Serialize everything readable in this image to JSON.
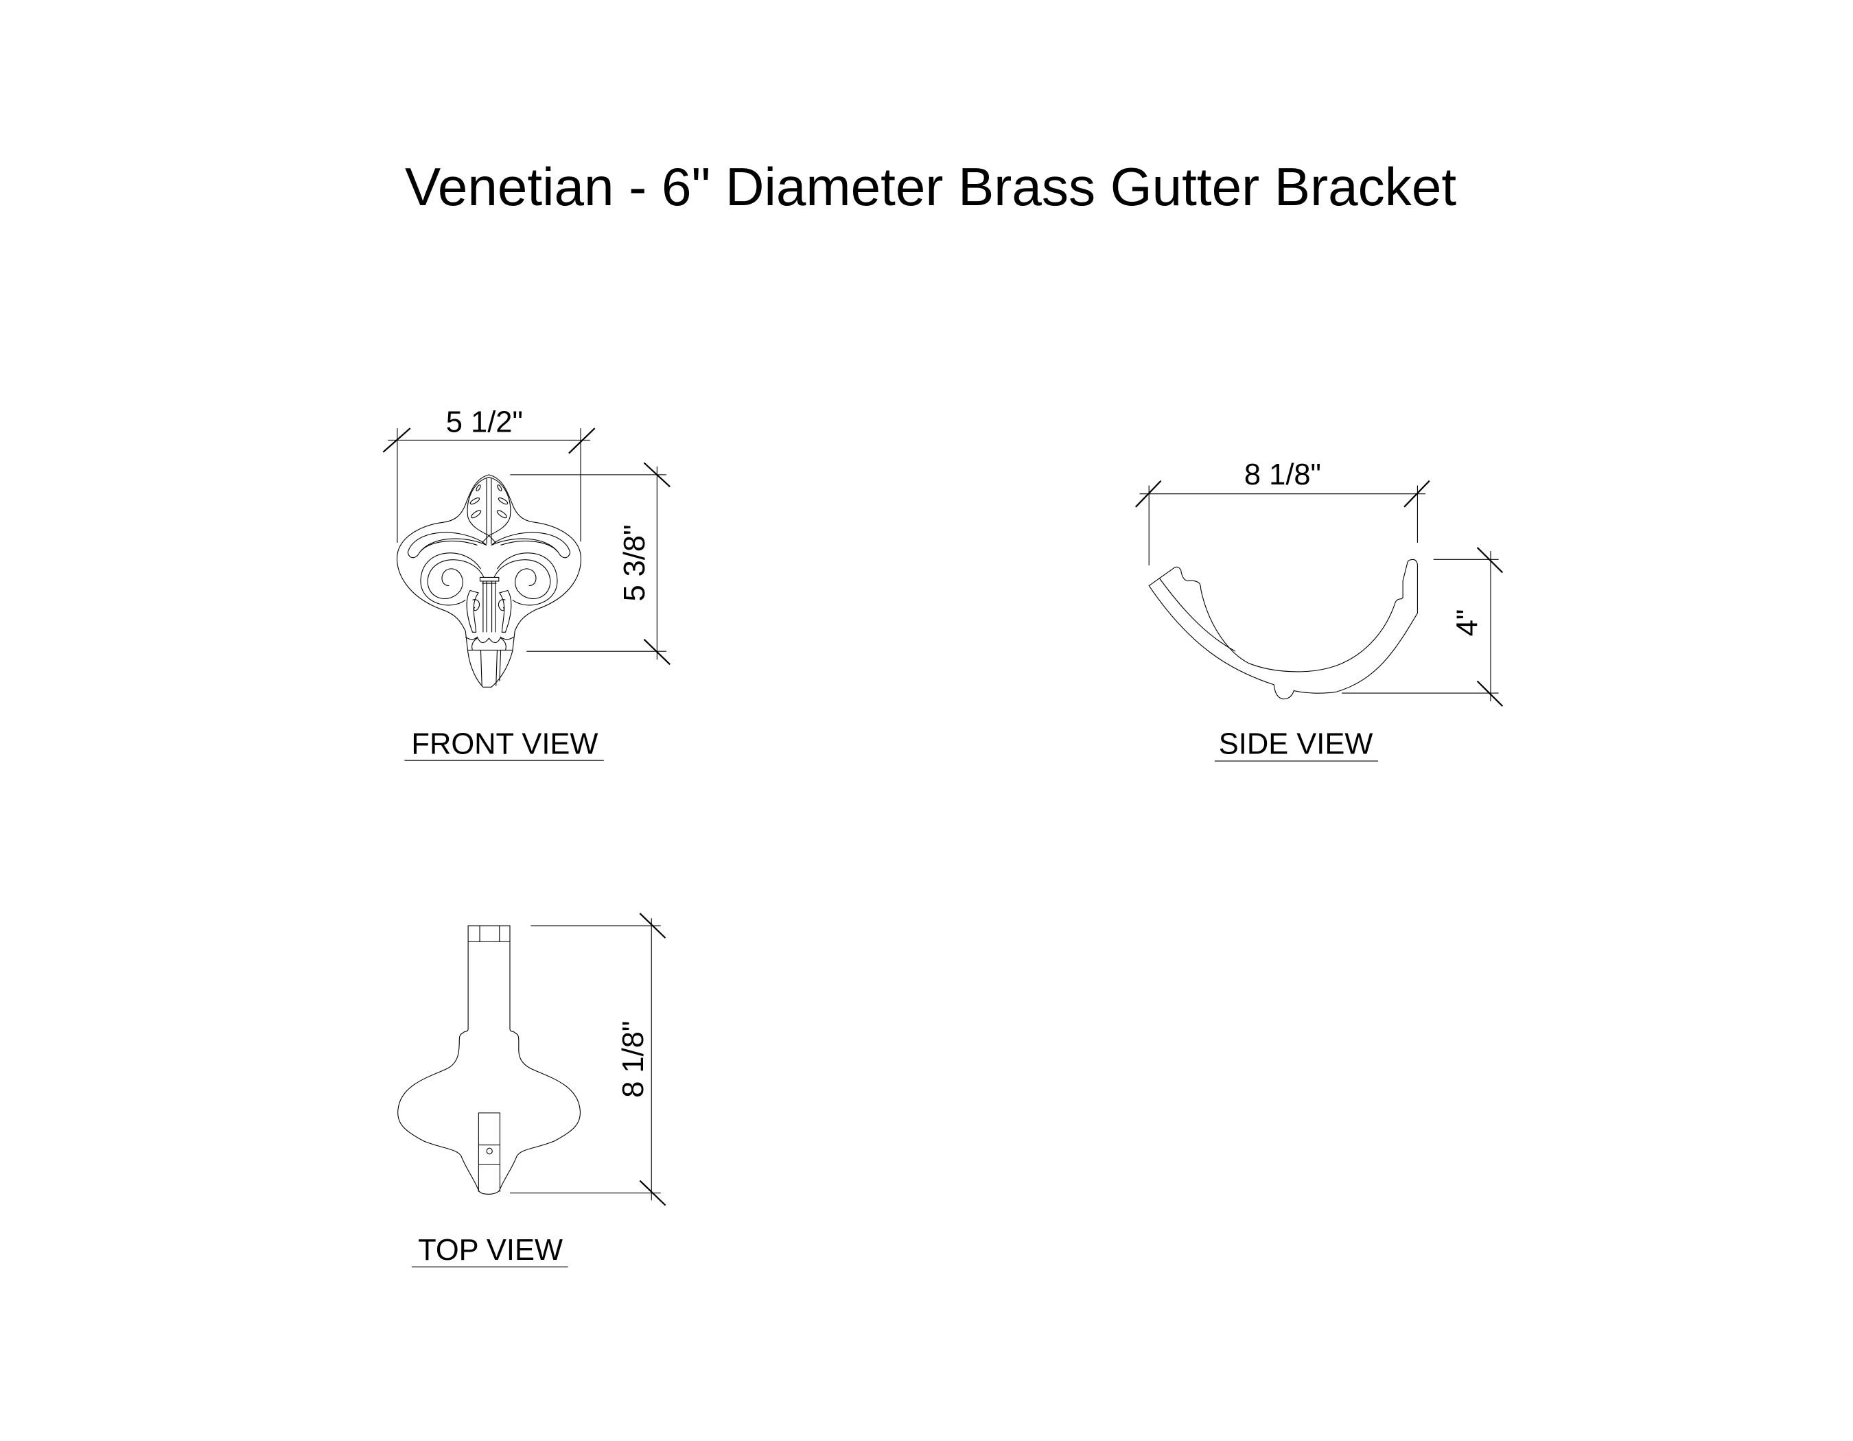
{
  "title": "Venetian - 6\" Diameter Brass Gutter Bracket",
  "views": {
    "front": {
      "label": "FRONT VIEW",
      "width_dim": "5 1/2\"",
      "height_dim": "5 3/8\""
    },
    "side": {
      "label": "SIDE VIEW",
      "width_dim": "8 1/8\"",
      "height_dim": "4\""
    },
    "top": {
      "label": "TOP VIEW",
      "length_dim": "8 1/8\""
    }
  }
}
